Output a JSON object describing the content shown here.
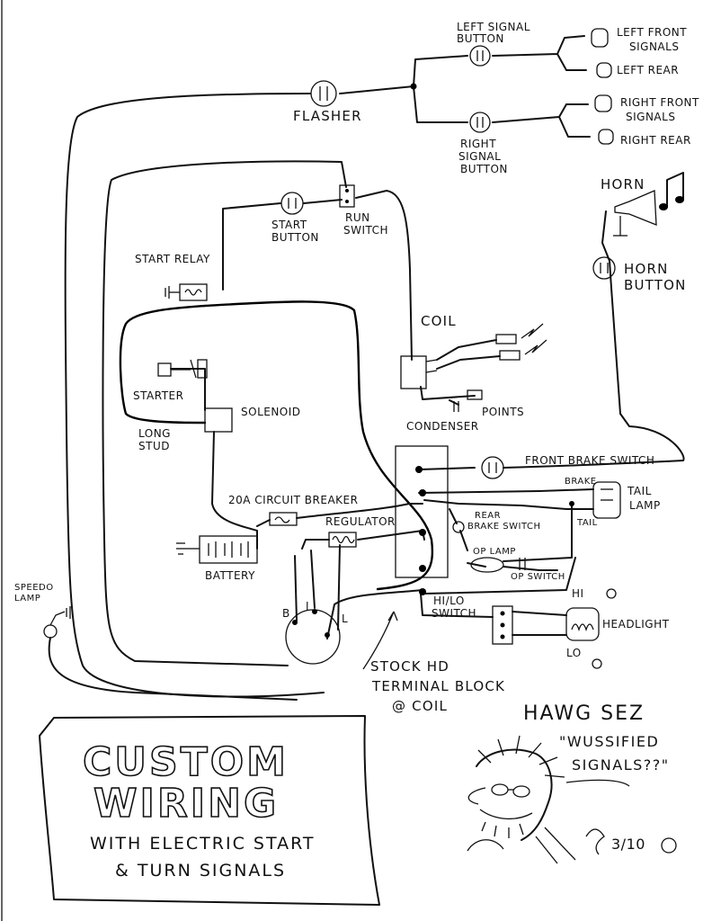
{
  "labels": {
    "left_signal_button": "LEFT SIGNAL\nBUTTON",
    "left_front_signals": "LEFT FRONT\nSIGNALS",
    "left_rear": "LEFT REAR",
    "flasher": "FLASHER",
    "right_front_signals": "RIGHT FRONT\nSIGNALS",
    "right_rear": "RIGHT REAR",
    "right_signal_button": "RIGHT\nSIGNAL\nBUTTON",
    "horn": "HORN",
    "horn_button": "HORN\nBUTTON",
    "start_button": "START\nBUTTON",
    "run_switch": "RUN\nSWITCH",
    "start_relay": "START RELAY",
    "coil": "COIL",
    "starter": "STARTER",
    "solenoid": "SOLENOID",
    "long_stud": "LONG\nSTUD",
    "condenser": "CONDENSER",
    "points": "POINTS",
    "front_brake_switch": "FRONT BRAKE SWITCH",
    "brake": "BRAKE",
    "tail": "TAIL",
    "tail_lamp": "TAIL\nLAMP",
    "circuit_breaker": "20A CIRCUIT BREAKER",
    "regulator": "REGULATOR",
    "rear_brake_switch": "REAR\nBRAKE SWITCH",
    "battery": "BATTERY",
    "op_lamp": "OP LAMP",
    "op_switch": "OP SWITCH",
    "speedo_lamp": "SPEEDO\nLAMP",
    "hi_lo_switch": "HI/LO\nSWITCH",
    "hi": "HI",
    "lo": "LO",
    "headlight": "HEADLIGHT",
    "terminal_block": "STOCK HD\nTERMINAL BLOCK\n@ COIL",
    "gen_b": "B",
    "gen_i": "I",
    "gen_l": "L"
  },
  "title_box": {
    "line1": "CUSTOM",
    "line2": "WIRING",
    "line3": "WITH ELECTRIC START",
    "line4": "& TURN SIGNALS"
  },
  "caption": {
    "author": "HAWG SEZ",
    "quote": "\"WUSSIFIED\nSIGNALS??\"",
    "signature": "3/10"
  }
}
